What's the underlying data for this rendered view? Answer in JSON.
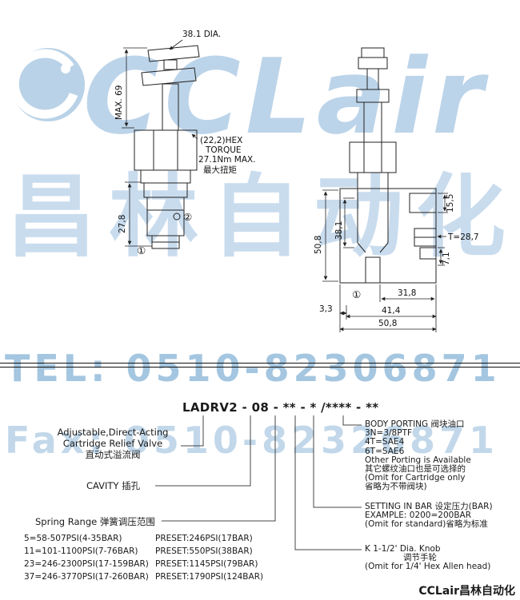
{
  "watermark": {
    "brand": "CCLair",
    "brand_cn": "昌林自动化",
    "tel": "TEL: 0510-82306871",
    "fax": "Fax: 0510-82326871"
  },
  "left_drawing": {
    "dia": "38.1 DIA.",
    "max_height": "MAX. 69",
    "len_278": "27,8",
    "hex1": "(22,2)HEX",
    "hex2": "TORQUE",
    "hex3": "27.1Nm MAX.",
    "hex4": "最大扭矩",
    "port1": "①",
    "port2": "②"
  },
  "right_drawing": {
    "h_508": "50,8",
    "h_381": "38,1",
    "h_155": "15,5",
    "thread": "T=28,7",
    "h_71": "7,1",
    "w_318": "31,8",
    "w_33": "3,3",
    "w_414": "41,4",
    "w_508": "50,8",
    "port1": "①"
  },
  "ordering": {
    "code": "LADRV2 - 08 - ** - * /**** - **",
    "title_en1": "Adjustable,Direct-Acting",
    "title_en2": "Cartridge Relief Valve",
    "title_cn": "直动式溢流阀",
    "cavity": "CAVITY  插孔",
    "spring_range": "Spring Range  弹簧调压范围",
    "spring_rows": [
      {
        "range": "5=58-507PSI(4-35BAR)",
        "preset": "PRESET:246PSI(17BAR)"
      },
      {
        "range": "11=101-1100PSI(7-76BAR)",
        "preset": "PRESET:550PSI(38BAR)"
      },
      {
        "range": "23=246-2300PSI(17-159BAR)",
        "preset": "PRESET:1145PSI(79BAR)"
      },
      {
        "range": "37=246-3770PSI(17-260BAR)",
        "preset": "PRESET:1790PSI(124BAR)"
      }
    ],
    "body_porting": [
      "BODY PORTING 阀块油口",
      "3N=3/8PTF",
      "4T=SAE4",
      "6T=SAE6",
      "Other Porting is Available",
      "其它螺纹油口也是可选择的",
      "(Omit for Cartridge only",
      "省略为不带阀块)"
    ],
    "setting": [
      "SETTING IN BAR  设定压力(BAR)",
      "EXAMPLE: 0200=200BAR",
      "(Omit for standard)省略为标准"
    ],
    "knob": [
      "K  1-1/2' Dia.  Knob",
      "调节手轮",
      "(Omit for 1/4' Hex Allen head)"
    ]
  },
  "footer": {
    "brand": "CCLair昌林自动化"
  },
  "colors": {
    "watermark_blue": "#b9d2e7",
    "watermark_blue_light": "#c9dcee",
    "tel_blue": "#a4c6e0",
    "fax_blue": "#c2d8ea",
    "line_black": "#111111"
  }
}
